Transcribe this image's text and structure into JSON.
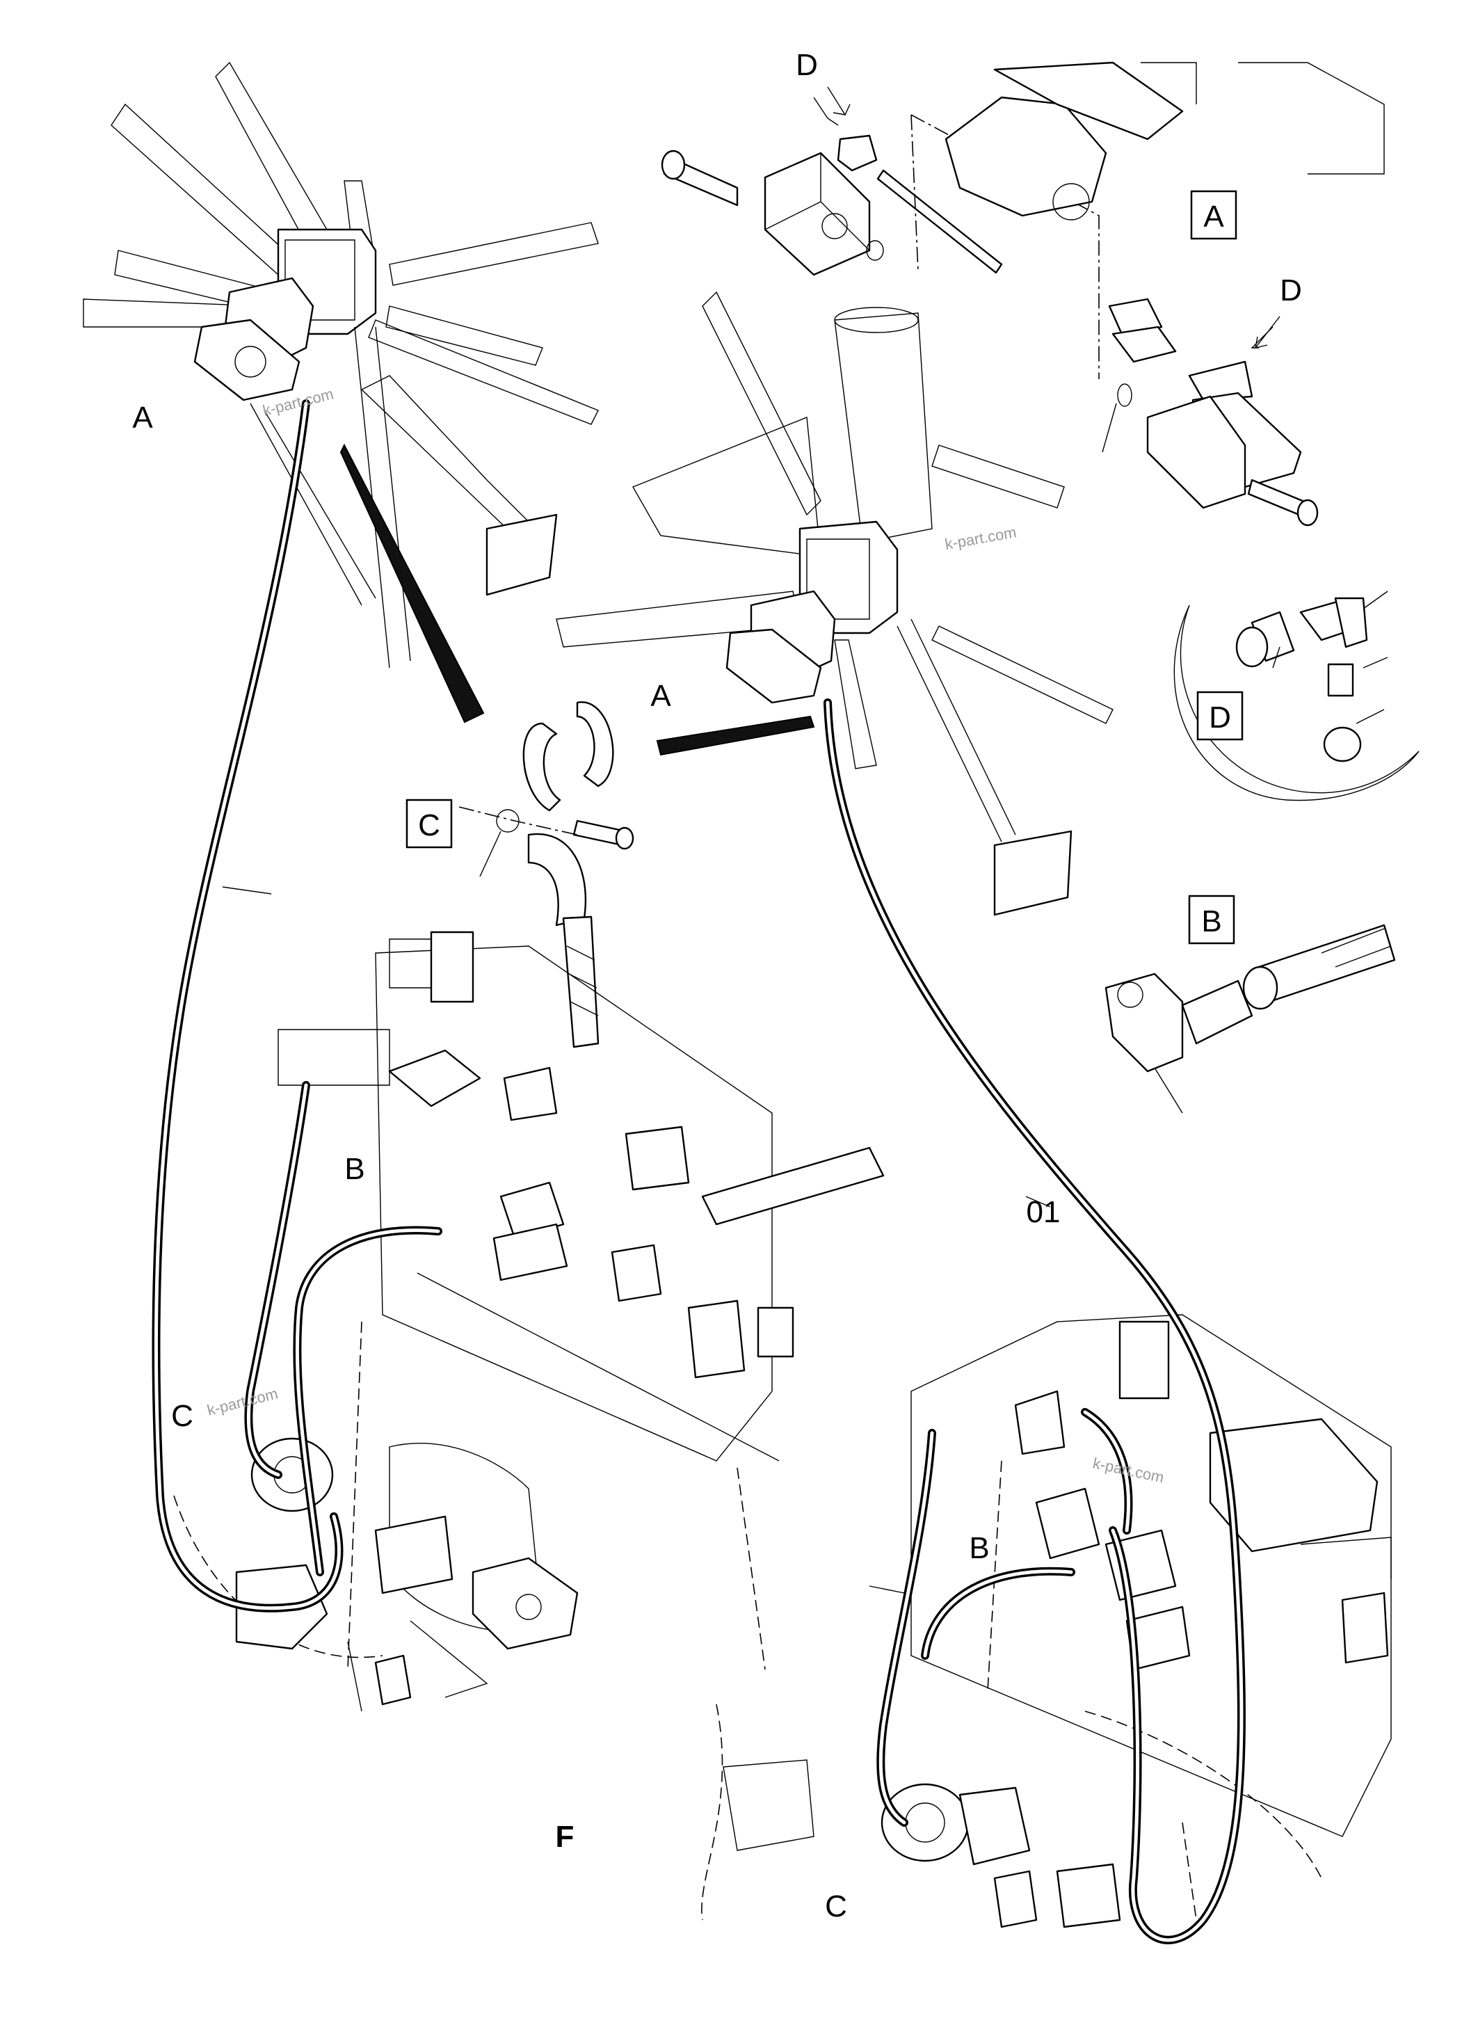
{
  "labels": {
    "a_left": "A",
    "a_center": "A",
    "a_box": "A",
    "d_top": "D",
    "d_right": "D",
    "d_circle": "D",
    "b_box": "B",
    "b_left": "B",
    "b_right": "B",
    "c_box": "C",
    "c_left": "C",
    "c_right": "C",
    "part_01": "01",
    "f_mark": "F"
  },
  "watermarks": [
    "k-part.com",
    "k-part.com",
    "k-part.com",
    "k-part.com"
  ]
}
